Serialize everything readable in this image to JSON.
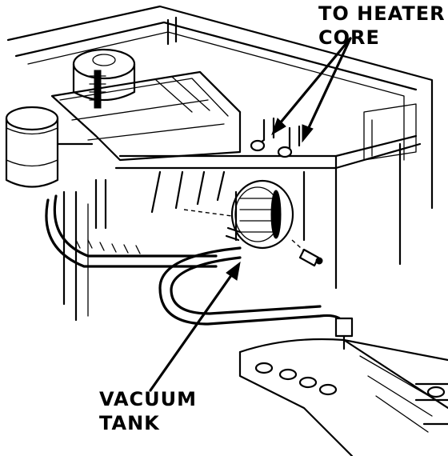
{
  "labels": {
    "heater_core_line1": "TO HEATER",
    "heater_core_line2": "CORE",
    "vacuum_tank_line1": "VACUUM",
    "vacuum_tank_line2": "TANK"
  }
}
